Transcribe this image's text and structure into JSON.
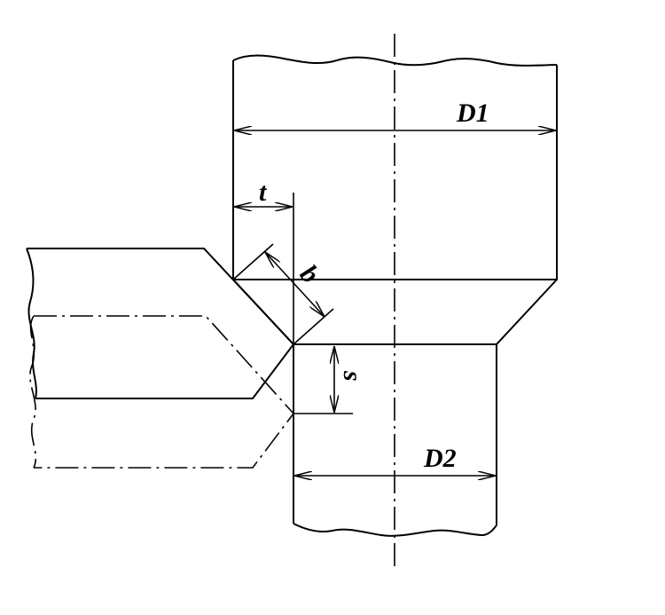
{
  "labels": {
    "d1": "D1",
    "t": "t",
    "b": "b",
    "s": "s",
    "d2": "D2"
  },
  "colors": {
    "line": "#000000",
    "background": "#ffffff"
  }
}
